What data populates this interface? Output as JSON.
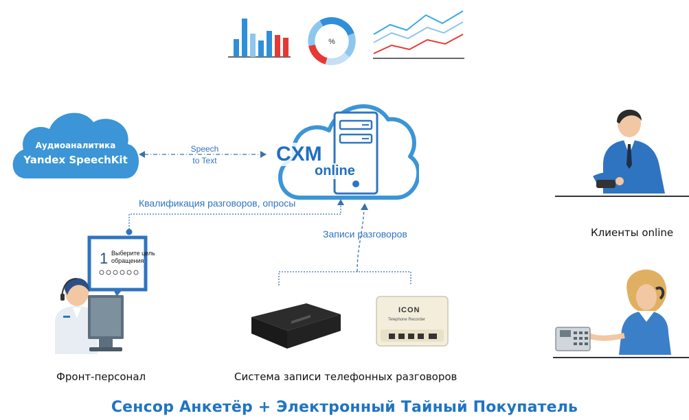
{
  "top_icons": {
    "donut_label": "%"
  },
  "yandex": {
    "line1": "Аудиоаналитика",
    "line2": "Yandex SpeechKit"
  },
  "speech_link": {
    "line1": "Speech",
    "line2": "to Text"
  },
  "cxm": {
    "word1": "CXM",
    "word2": "online"
  },
  "labels": {
    "qualification": "Квалификация разговоров, опросы",
    "recordings": "Записи разговоров"
  },
  "screen_popup": {
    "number": "1",
    "text_line1": "Выберите цель",
    "text_line2": "обращения"
  },
  "device": {
    "icon_brand": "ICON",
    "icon_sub": "Telephone Recorder"
  },
  "captions": {
    "front": "Фронт-персонал",
    "recording_system": "Система записи телефонных разговоров",
    "clients": "Клиенты online"
  },
  "footer": {
    "title": "Сенсор Анкетёр + Электронный Тайный Покупатель"
  },
  "colors": {
    "accent_blue": "#2f74c0",
    "cloud_blue": "#3b95d6",
    "red": "#e53935"
  }
}
